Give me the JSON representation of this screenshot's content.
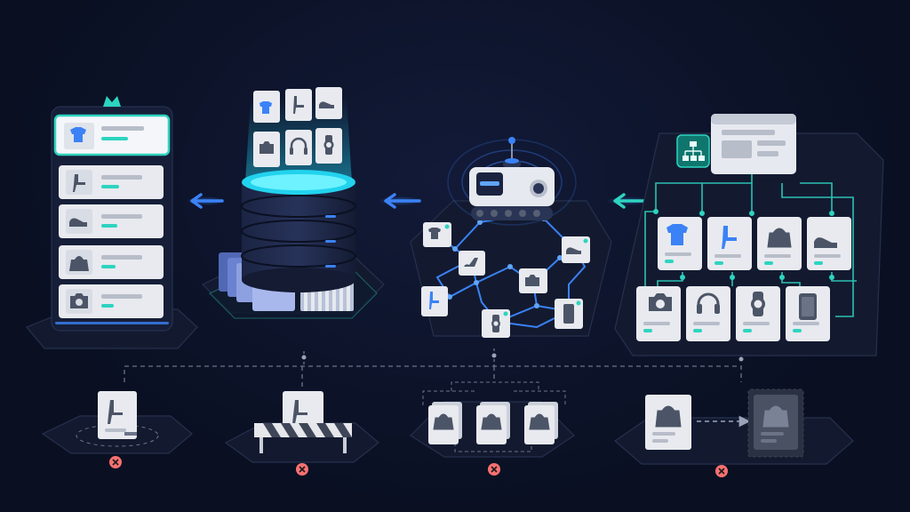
{
  "colors": {
    "background": "#0b1124",
    "accent_blue": "#3b82f6",
    "accent_teal": "#2dd4bf",
    "error_red": "#f87171",
    "card": "#e8eaef"
  },
  "icons": [
    "crown-icon",
    "tshirt-icon",
    "chair-icon",
    "sneaker-icon",
    "handbag-icon",
    "camera-icon",
    "headphones-icon",
    "watch-icon",
    "phone-icon",
    "database-icon",
    "crawler-robot-icon",
    "sitemap-icon",
    "barrier-icon",
    "error-icon"
  ],
  "stages": [
    "ranked-list",
    "database",
    "crawler",
    "site-structure"
  ],
  "failure_modes_count": 4
}
